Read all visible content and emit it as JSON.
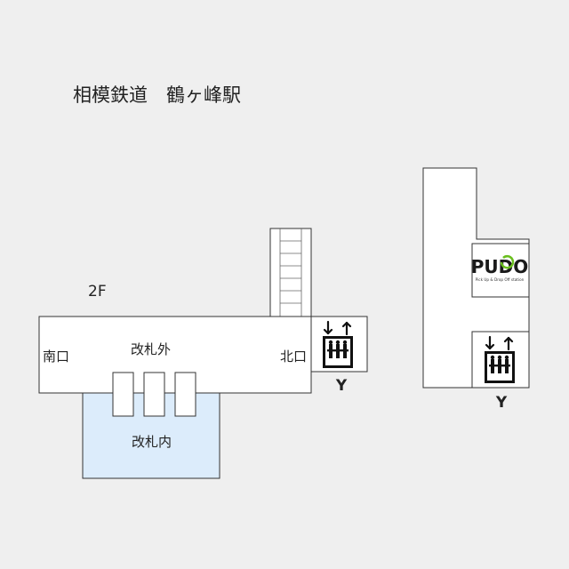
{
  "title": "相模鉄道　鶴ヶ峰駅",
  "floor_label": "2F",
  "areas": {
    "outside_gate": "改札外",
    "inside_gate": "改札内"
  },
  "exits": {
    "south": "南口",
    "north": "北口"
  },
  "elevators": [
    {
      "id": "north-elevator",
      "letter": "Y"
    },
    {
      "id": "east-elevator",
      "letter": "Y"
    }
  ],
  "pudo": {
    "logo": "PUDO",
    "tagline": "Pick Up & Drop Off station"
  },
  "colors": {
    "background": "#efefef",
    "inside_gate_fill": "#dcecfb",
    "outline": "#333333",
    "pudo_green": "#6abf1e"
  },
  "icons": [
    "elevator-icon",
    "pudo-logo-icon",
    "stairs-icon",
    "ticket-gate-icon"
  ]
}
